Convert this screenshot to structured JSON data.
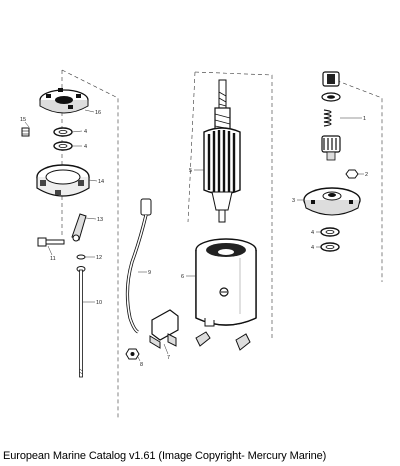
{
  "caption": "European Marine Catalog v1.61 (Image Copyright- Mercury Marine)",
  "callouts": {
    "c1": "1",
    "c2": "2",
    "c3": "3",
    "c4a": "4",
    "c4b": "4",
    "c4c": "4",
    "c4d": "4",
    "c5": "5",
    "c6": "6",
    "c7": "7",
    "c8": "8",
    "c9": "9",
    "c10": "10",
    "c11": "11",
    "c12": "12",
    "c13": "13",
    "c14": "14",
    "c15": "15",
    "c16": "16"
  }
}
